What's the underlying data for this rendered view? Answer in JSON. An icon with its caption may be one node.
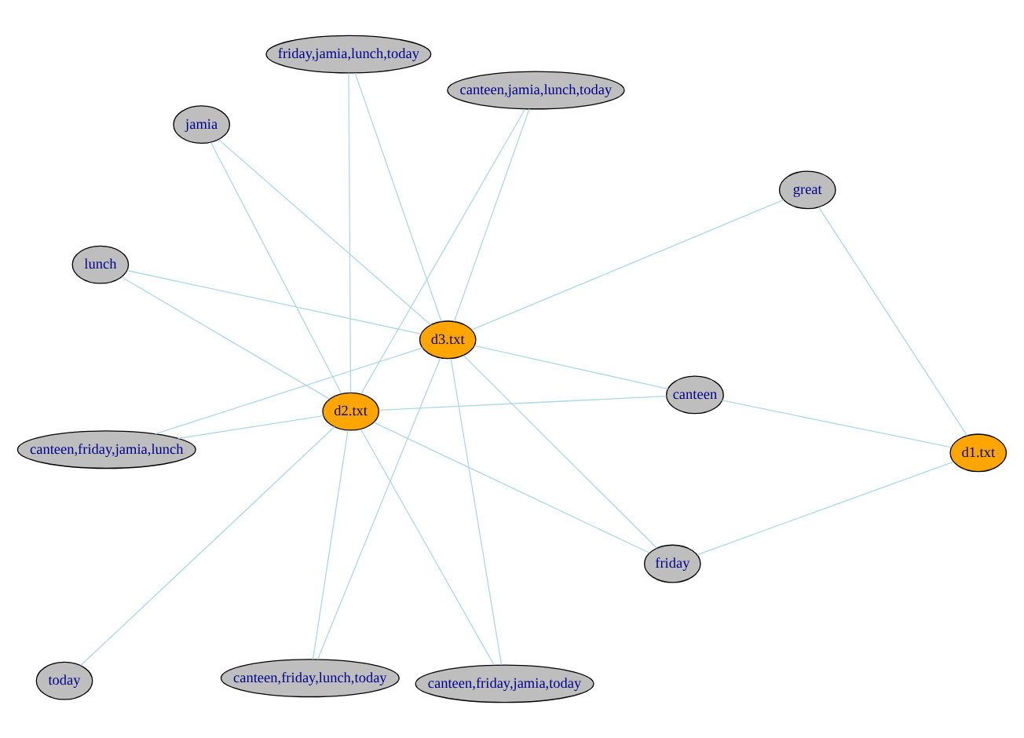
{
  "diagram": {
    "nodes": [
      {
        "text": [
          "canteen,friday,jamia,lunch"
        ]
      },
      {
        "text": [
          "canteen,jamia,lunch,today"
        ]
      },
      {
        "text": [
          "today"
        ]
      },
      {
        "text": [
          "jamia"
        ]
      },
      {
        "text": [
          "friday,jamia,lunch,today"
        ]
      },
      {
        "text": [
          "d2.txt"
        ]
      },
      {
        "text": [
          "d3.txt"
        ]
      },
      {
        "text": [
          "canteen,friday,jamia,today"
        ]
      },
      {
        "text": [
          "canteen"
        ]
      },
      {
        "text": [
          "friday"
        ]
      },
      {
        "text": [
          "canteen,friday,lunch,today"
        ]
      },
      {
        "text": [
          "lunch"
        ]
      },
      {
        "text": [
          "d1.txt"
        ]
      },
      {
        "text": [
          "great"
        ]
      }
    ],
    "edges": [
      {
        "from": 5,
        "to": 0,
        "arrow": "none"
      },
      {
        "from": 6,
        "to": 0,
        "arrow": "none"
      },
      {
        "from": 5,
        "to": 1,
        "arrow": "none"
      },
      {
        "from": 6,
        "to": 1,
        "arrow": "none"
      },
      {
        "from": 5,
        "to": 2,
        "arrow": "none"
      },
      {
        "from": 5,
        "to": 3,
        "arrow": "none"
      },
      {
        "from": 6,
        "to": 3,
        "arrow": "none"
      },
      {
        "from": 5,
        "to": 4,
        "arrow": "none"
      },
      {
        "from": 6,
        "to": 4,
        "arrow": "none"
      },
      {
        "from": 5,
        "to": 7,
        "arrow": "none"
      },
      {
        "from": 6,
        "to": 7,
        "arrow": "none"
      },
      {
        "from": 5,
        "to": 8,
        "arrow": "none"
      },
      {
        "from": 6,
        "to": 8,
        "arrow": "none"
      },
      {
        "from": 5,
        "to": 9,
        "arrow": "none"
      },
      {
        "from": 6,
        "to": 9,
        "arrow": "none"
      },
      {
        "from": 5,
        "to": 10,
        "arrow": "none"
      },
      {
        "from": 6,
        "to": 10,
        "arrow": "none"
      },
      {
        "from": 5,
        "to": 11,
        "arrow": "none"
      },
      {
        "from": 6,
        "to": 11,
        "arrow": "none"
      },
      {
        "from": 12,
        "to": 8,
        "arrow": "none"
      },
      {
        "from": 12,
        "to": 9,
        "arrow": "none"
      },
      {
        "from": 12,
        "to": 13,
        "arrow": "none"
      },
      {
        "from": 6,
        "to": 13,
        "arrow": "none"
      }
    ]
  }
}
